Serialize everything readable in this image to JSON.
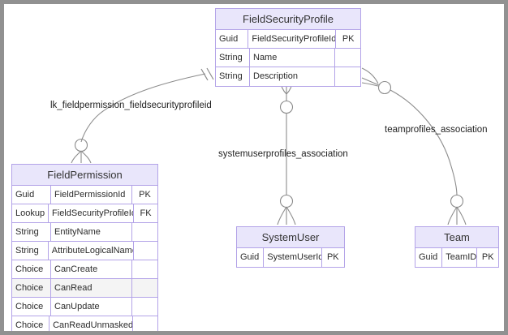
{
  "diagram": {
    "type": "entity-relationship-diagram",
    "canvas_background": "#ffffff",
    "frame_color": "#919191",
    "entity_header_color": "#e9e6fb",
    "entity_border_color": "#b3a3e8",
    "connector_color": "#8c8c8c"
  },
  "entities": [
    {
      "id": "fieldsecurityprofile",
      "name": "FieldSecurityProfile",
      "columns": [
        "type",
        "name",
        "key"
      ],
      "attributes": [
        {
          "type": "Guid",
          "name": "FieldSecurityProfileId",
          "key": "PK"
        },
        {
          "type": "String",
          "name": "Name",
          "key": ""
        },
        {
          "type": "String",
          "name": "Description",
          "key": ""
        }
      ]
    },
    {
      "id": "fieldpermission",
      "name": "FieldPermission",
      "columns": [
        "type",
        "name",
        "key"
      ],
      "attributes": [
        {
          "type": "Guid",
          "name": "FieldPermissionId",
          "key": "PK"
        },
        {
          "type": "Lookup",
          "name": "FieldSecurityProfileId",
          "key": "FK"
        },
        {
          "type": "String",
          "name": "EntityName",
          "key": ""
        },
        {
          "type": "String",
          "name": "AttributeLogicalName",
          "key": ""
        },
        {
          "type": "Choice",
          "name": "CanCreate",
          "key": ""
        },
        {
          "type": "Choice",
          "name": "CanRead",
          "key": "",
          "highlighted": true
        },
        {
          "type": "Choice",
          "name": "CanUpdate",
          "key": ""
        },
        {
          "type": "Choice",
          "name": "CanReadUnmasked",
          "key": ""
        }
      ]
    },
    {
      "id": "systemuser",
      "name": "SystemUser",
      "columns": [
        "type",
        "name",
        "key"
      ],
      "attributes": [
        {
          "type": "Guid",
          "name": "SystemUserId",
          "key": "PK"
        }
      ]
    },
    {
      "id": "team",
      "name": "Team",
      "columns": [
        "type",
        "name",
        "key"
      ],
      "attributes": [
        {
          "type": "Guid",
          "name": "TeamID",
          "key": "PK"
        }
      ]
    }
  ],
  "relationships": [
    {
      "id": "rel-fieldpermission",
      "label": "lk_fieldpermission_fieldsecurityprofileid",
      "from": "fieldsecurityprofile",
      "to": "fieldpermission",
      "from_cardinality": "one",
      "to_cardinality": "zero-or-many"
    },
    {
      "id": "rel-systemuser",
      "label": "systemuserprofiles_association",
      "from": "fieldsecurityprofile",
      "to": "systemuser",
      "from_cardinality": "zero-or-many",
      "to_cardinality": "zero-or-many"
    },
    {
      "id": "rel-team",
      "label": "teamprofiles_association",
      "from": "fieldsecurityprofile",
      "to": "team",
      "from_cardinality": "zero-or-many",
      "to_cardinality": "zero-or-many"
    }
  ]
}
